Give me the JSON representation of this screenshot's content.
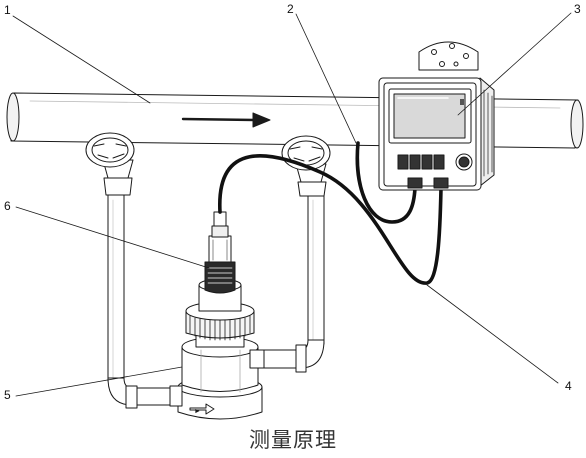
{
  "caption": "测量原理",
  "callouts": [
    {
      "id": "1",
      "label": "1"
    },
    {
      "id": "2",
      "label": "2"
    },
    {
      "id": "3",
      "label": "3"
    },
    {
      "id": "4",
      "label": "4"
    },
    {
      "id": "5",
      "label": "5"
    },
    {
      "id": "6",
      "label": "6"
    }
  ],
  "colors": {
    "line": "#1a1a1a",
    "cable": "#111111",
    "fill": "#ffffff",
    "shade": "#e6e6e6",
    "screen": "#d9d9d9"
  }
}
